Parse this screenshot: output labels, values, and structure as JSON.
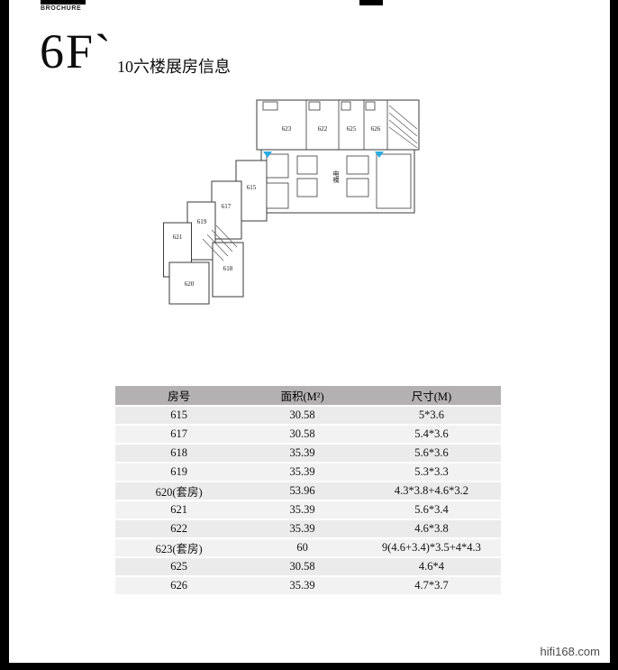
{
  "page": {
    "brand": "BROCHURE",
    "floor_label": "6F`",
    "title": "10六楼展房信息",
    "watermark": "hifi168.com"
  },
  "floorplan": {
    "elevator_label": "电梯",
    "room_labels": {
      "r615": "615",
      "r617": "617",
      "r618": "618",
      "r619": "619",
      "r620": "620",
      "r621": "621",
      "r622": "622",
      "r623": "623",
      "r625": "625",
      "r626": "626"
    }
  },
  "table": {
    "headers": [
      "房号",
      "面积(M²)",
      "尺寸(M)"
    ],
    "rows": [
      [
        "615",
        "30.58",
        "5*3.6"
      ],
      [
        "617",
        "30.58",
        "5.4*3.6"
      ],
      [
        "618",
        "35.39",
        "5.6*3.6"
      ],
      [
        "619",
        "35.39",
        "5.3*3.3"
      ],
      [
        "620(套房)",
        "53.96",
        "4.3*3.8+4.6*3.2"
      ],
      [
        "621",
        "35.39",
        "5.6*3.4"
      ],
      [
        "622",
        "35.39",
        "4.6*3.8"
      ],
      [
        "623(套房)",
        "60",
        "9(4.6+3.4)*3.5+4*4.3"
      ],
      [
        "625",
        "30.58",
        "4.6*4"
      ],
      [
        "626",
        "35.39",
        "4.7*3.7"
      ]
    ]
  },
  "colors": {
    "accent_blue": "#29abe2",
    "header_gray": "#b3b1b2"
  }
}
